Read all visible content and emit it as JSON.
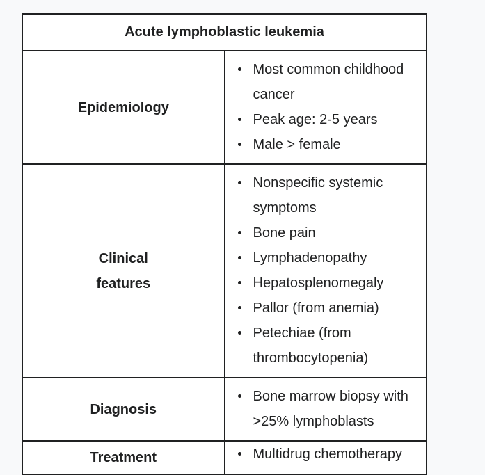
{
  "table": {
    "title": "Acute lymphoblastic leukemia",
    "rows": [
      {
        "heading": "Epidemiology",
        "items": [
          "Most common childhood cancer",
          "Peak age: 2-5 years",
          "Male > female"
        ]
      },
      {
        "heading_line1": "Clinical",
        "heading_line2": "features",
        "items": [
          "Nonspecific systemic symptoms",
          "Bone pain",
          "Lymphadenopathy",
          "Hepatosplenomegaly",
          "Pallor (from anemia)",
          "Petechiae (from thrombocytopenia)"
        ]
      },
      {
        "heading": "Diagnosis",
        "items": [
          "Bone marrow biopsy with >25% lymphoblasts"
        ]
      },
      {
        "heading": "Treatment",
        "items": [
          "Multidrug chemotherapy"
        ]
      }
    ]
  }
}
